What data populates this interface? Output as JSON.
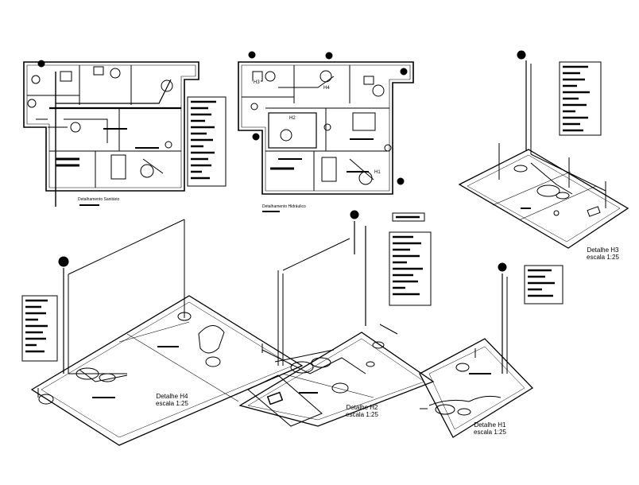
{
  "plans": {
    "sanitary_title": "Detalhamento Sanitário",
    "hydraulic_title": "Detalhamento Hidráulico",
    "room_tags": [
      "H3",
      "H4",
      "H2",
      "H1"
    ]
  },
  "details": {
    "h3": {
      "title": "Detalhe H3",
      "scale": "escala 1:25"
    },
    "h4": {
      "title": "Detalhe H4",
      "scale": "escala 1:25"
    },
    "h2": {
      "title": "Detalhe H2",
      "scale": "escala 1:25"
    },
    "h1": {
      "title": "Detalhe H1",
      "scale": "escala 1:25"
    }
  },
  "colors": {
    "ink": "#000000",
    "paper": "#ffffff"
  }
}
